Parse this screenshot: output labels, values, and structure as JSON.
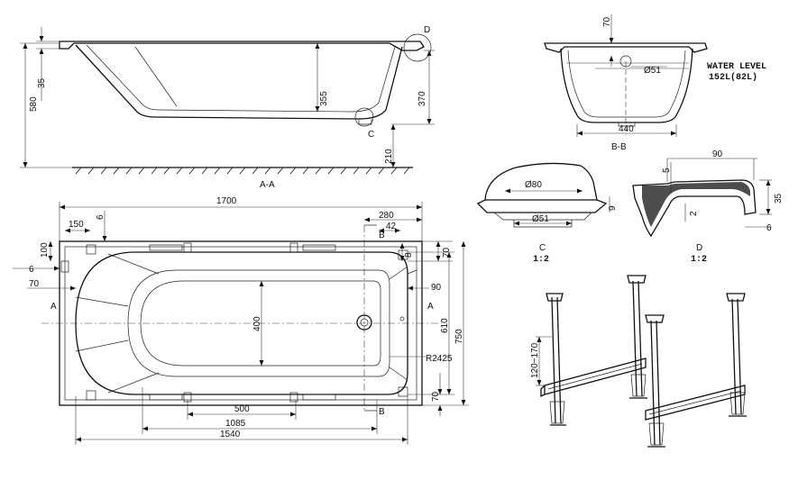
{
  "views": {
    "section_aa": {
      "label": "A-A",
      "dims": {
        "d580": "580",
        "d35": "35",
        "d355": "355",
        "d370": "370",
        "d210": "210"
      },
      "markers": {
        "c": "C",
        "d": "D"
      }
    },
    "plan": {
      "dims": {
        "d1700": "1700",
        "d6_top": "6",
        "d150": "150",
        "d280": "280",
        "d42": "42",
        "d100": "100",
        "d6_left": "6",
        "d70_left": "70",
        "d70_rt": "70",
        "d8": "8",
        "d90": "90",
        "d400": "400",
        "d610": "610",
        "d750": "750",
        "r2425": "R2425",
        "d70_rb": "70",
        "d500": "500",
        "d1085": "1085",
        "d1540": "1540"
      },
      "markers": {
        "a_left": "A",
        "a_right": "A",
        "b_top": "B",
        "b_bottom": "B"
      }
    },
    "section_bb": {
      "label": "B-B",
      "dims": {
        "d70": "70",
        "d51": "Ø51",
        "d440": "440"
      },
      "water_level_title": "WATER LEVEL",
      "water_level_value": "152L(82L)"
    },
    "detail_c": {
      "label": "C",
      "scale": "1:2",
      "dims": {
        "d80": "Ø80",
        "d51": "Ø51",
        "d9": "9"
      }
    },
    "detail_d": {
      "label": "D",
      "scale": "1:2",
      "dims": {
        "d90": "90",
        "d5": "5",
        "d35": "35",
        "d2": "2",
        "d6": "6"
      }
    },
    "legs": {
      "dims": {
        "height": "120~170"
      }
    }
  }
}
